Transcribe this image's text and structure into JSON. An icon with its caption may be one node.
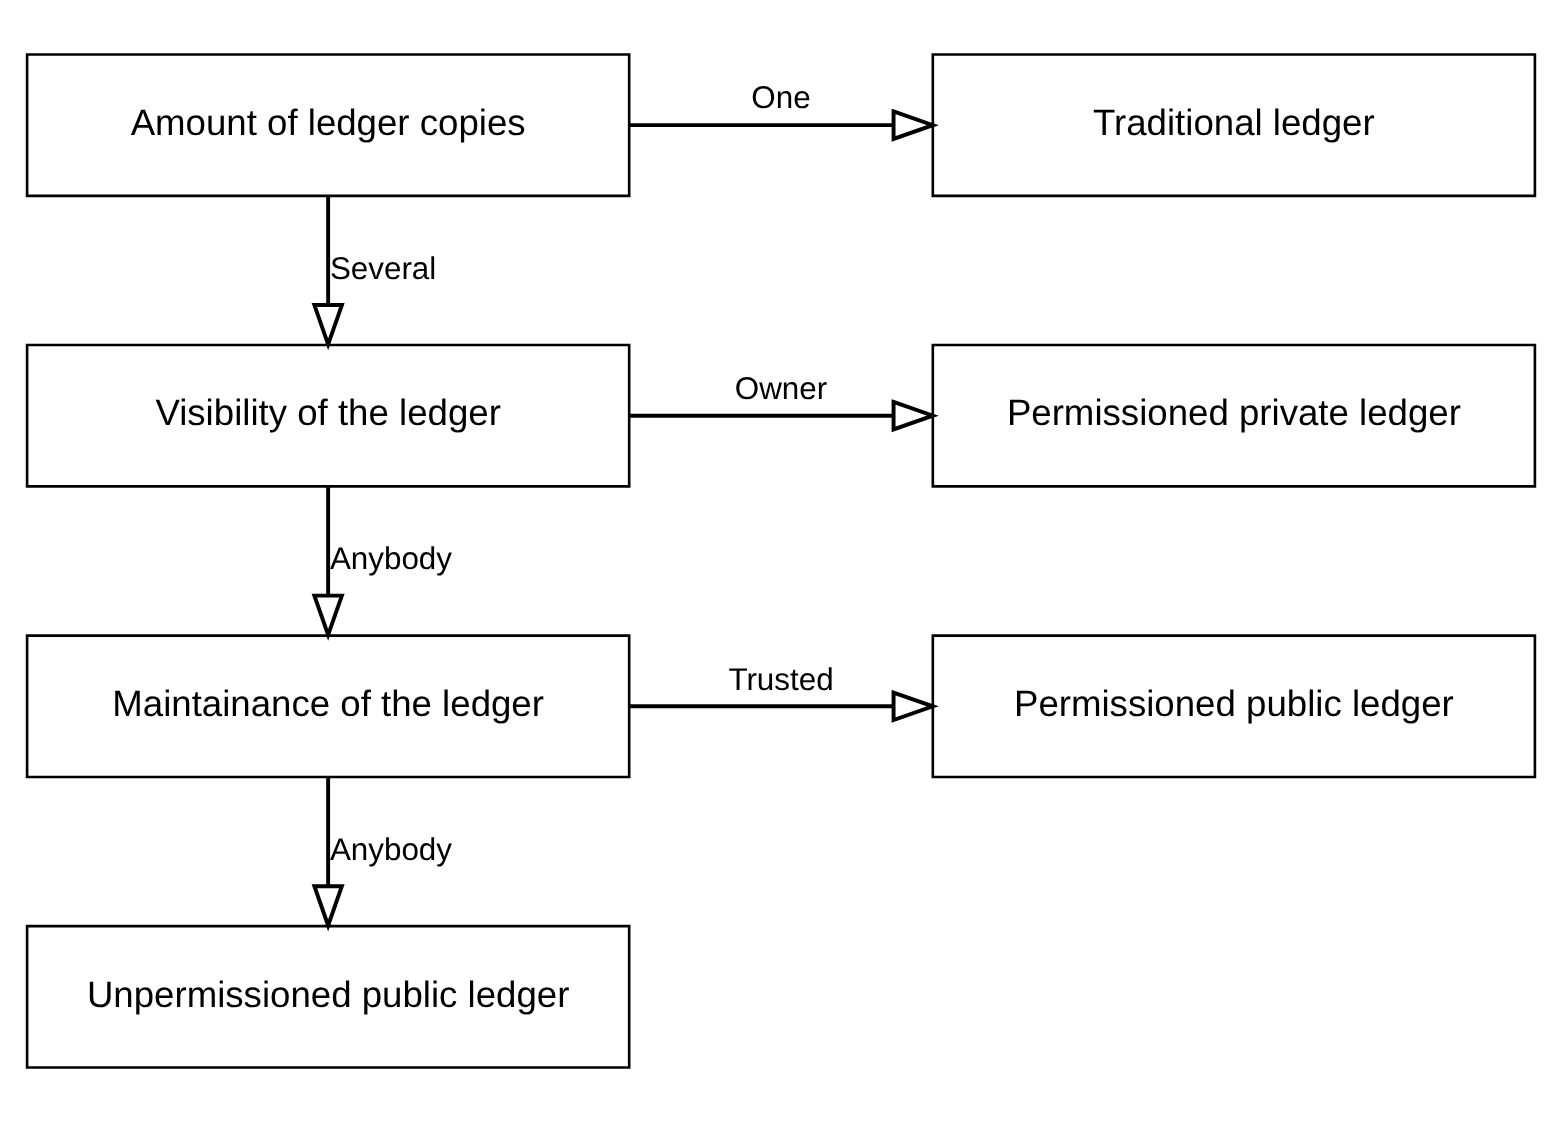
{
  "diagram": {
    "nodes": [
      {
        "text": [
          "Amount of ledger copies"
        ]
      },
      {
        "text": [
          "Traditional ledger"
        ]
      },
      {
        "text": [
          "Visibility of the ledger"
        ]
      },
      {
        "text": [
          "Permissioned private ledger"
        ]
      },
      {
        "text": [
          "Maintainance of the ledger"
        ]
      },
      {
        "text": [
          "Permissioned public ledger"
        ]
      },
      {
        "text": [
          "Unpermissioned public ledger"
        ]
      }
    ],
    "edges": [
      {
        "from": 0,
        "to": 1,
        "arrow": "to",
        "label": "One"
      },
      {
        "from": 0,
        "to": 2,
        "arrow": "to",
        "label": "Several"
      },
      {
        "from": 2,
        "to": 3,
        "arrow": "to",
        "label": "Owner"
      },
      {
        "from": 2,
        "to": 4,
        "arrow": "to",
        "label": "Anybody"
      },
      {
        "from": 4,
        "to": 5,
        "arrow": "to",
        "label": "Trusted"
      },
      {
        "from": 4,
        "to": 6,
        "arrow": "to",
        "label": "Anybody"
      }
    ]
  }
}
